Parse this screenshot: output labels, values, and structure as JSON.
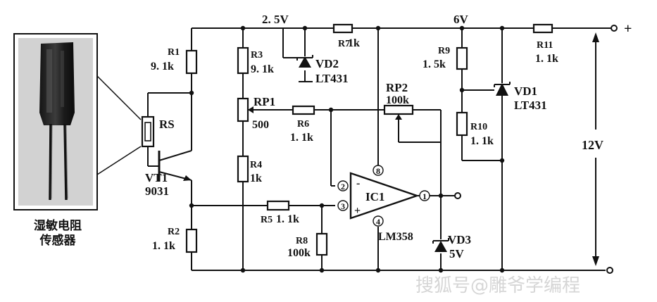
{
  "rails": {
    "v_ref_25": "2. 5V",
    "v_ref_6": "6V",
    "plus": "+",
    "minus": "-",
    "supply": "12V"
  },
  "sensor": {
    "caption_line1": "湿敏电阻",
    "caption_line2": "传感器",
    "symbol": "RS"
  },
  "resistors": {
    "r1_name": "R1",
    "r1_value": "9. 1k",
    "r2_name": "R2",
    "r2_value": "1. 1k",
    "r3_name": "R3",
    "r3_value": "9. 1k",
    "r4_name": "R4",
    "r4_value": "1k",
    "r5_name": "R5",
    "r5_value": "1. 1k",
    "r6_name": "R6",
    "r6_value": "1. 1k",
    "r7_name": "R7",
    "r7_value": "1k",
    "r8_name": "R8",
    "r8_value": "100k",
    "r9_name": "R9",
    "r9_value": "1. 5k",
    "r10_name": "R10",
    "r10_value": "1. 1k",
    "r11_name": "R11",
    "r11_value": "1. 1k"
  },
  "pots": {
    "rp1_name": "RP1",
    "rp1_value": "500",
    "rp2_name": "RP2",
    "rp2_value": "100k"
  },
  "semis": {
    "vt1_name": "VT1",
    "vt1_type": "9031",
    "vd1_name": "VD1",
    "vd1_type": "LT431",
    "vd2_name": "VD2",
    "vd2_type": "LT431",
    "vd3_name": "VD3",
    "vd3_type": "5V"
  },
  "opamp": {
    "name": "IC1",
    "part": "LM358",
    "pin1": "1",
    "pin2": "2",
    "pin3": "3",
    "pin4": "4",
    "pin8": "8",
    "inv": "-",
    "noninv": "+"
  },
  "watermark": "搜狐号@雕爷学编程"
}
